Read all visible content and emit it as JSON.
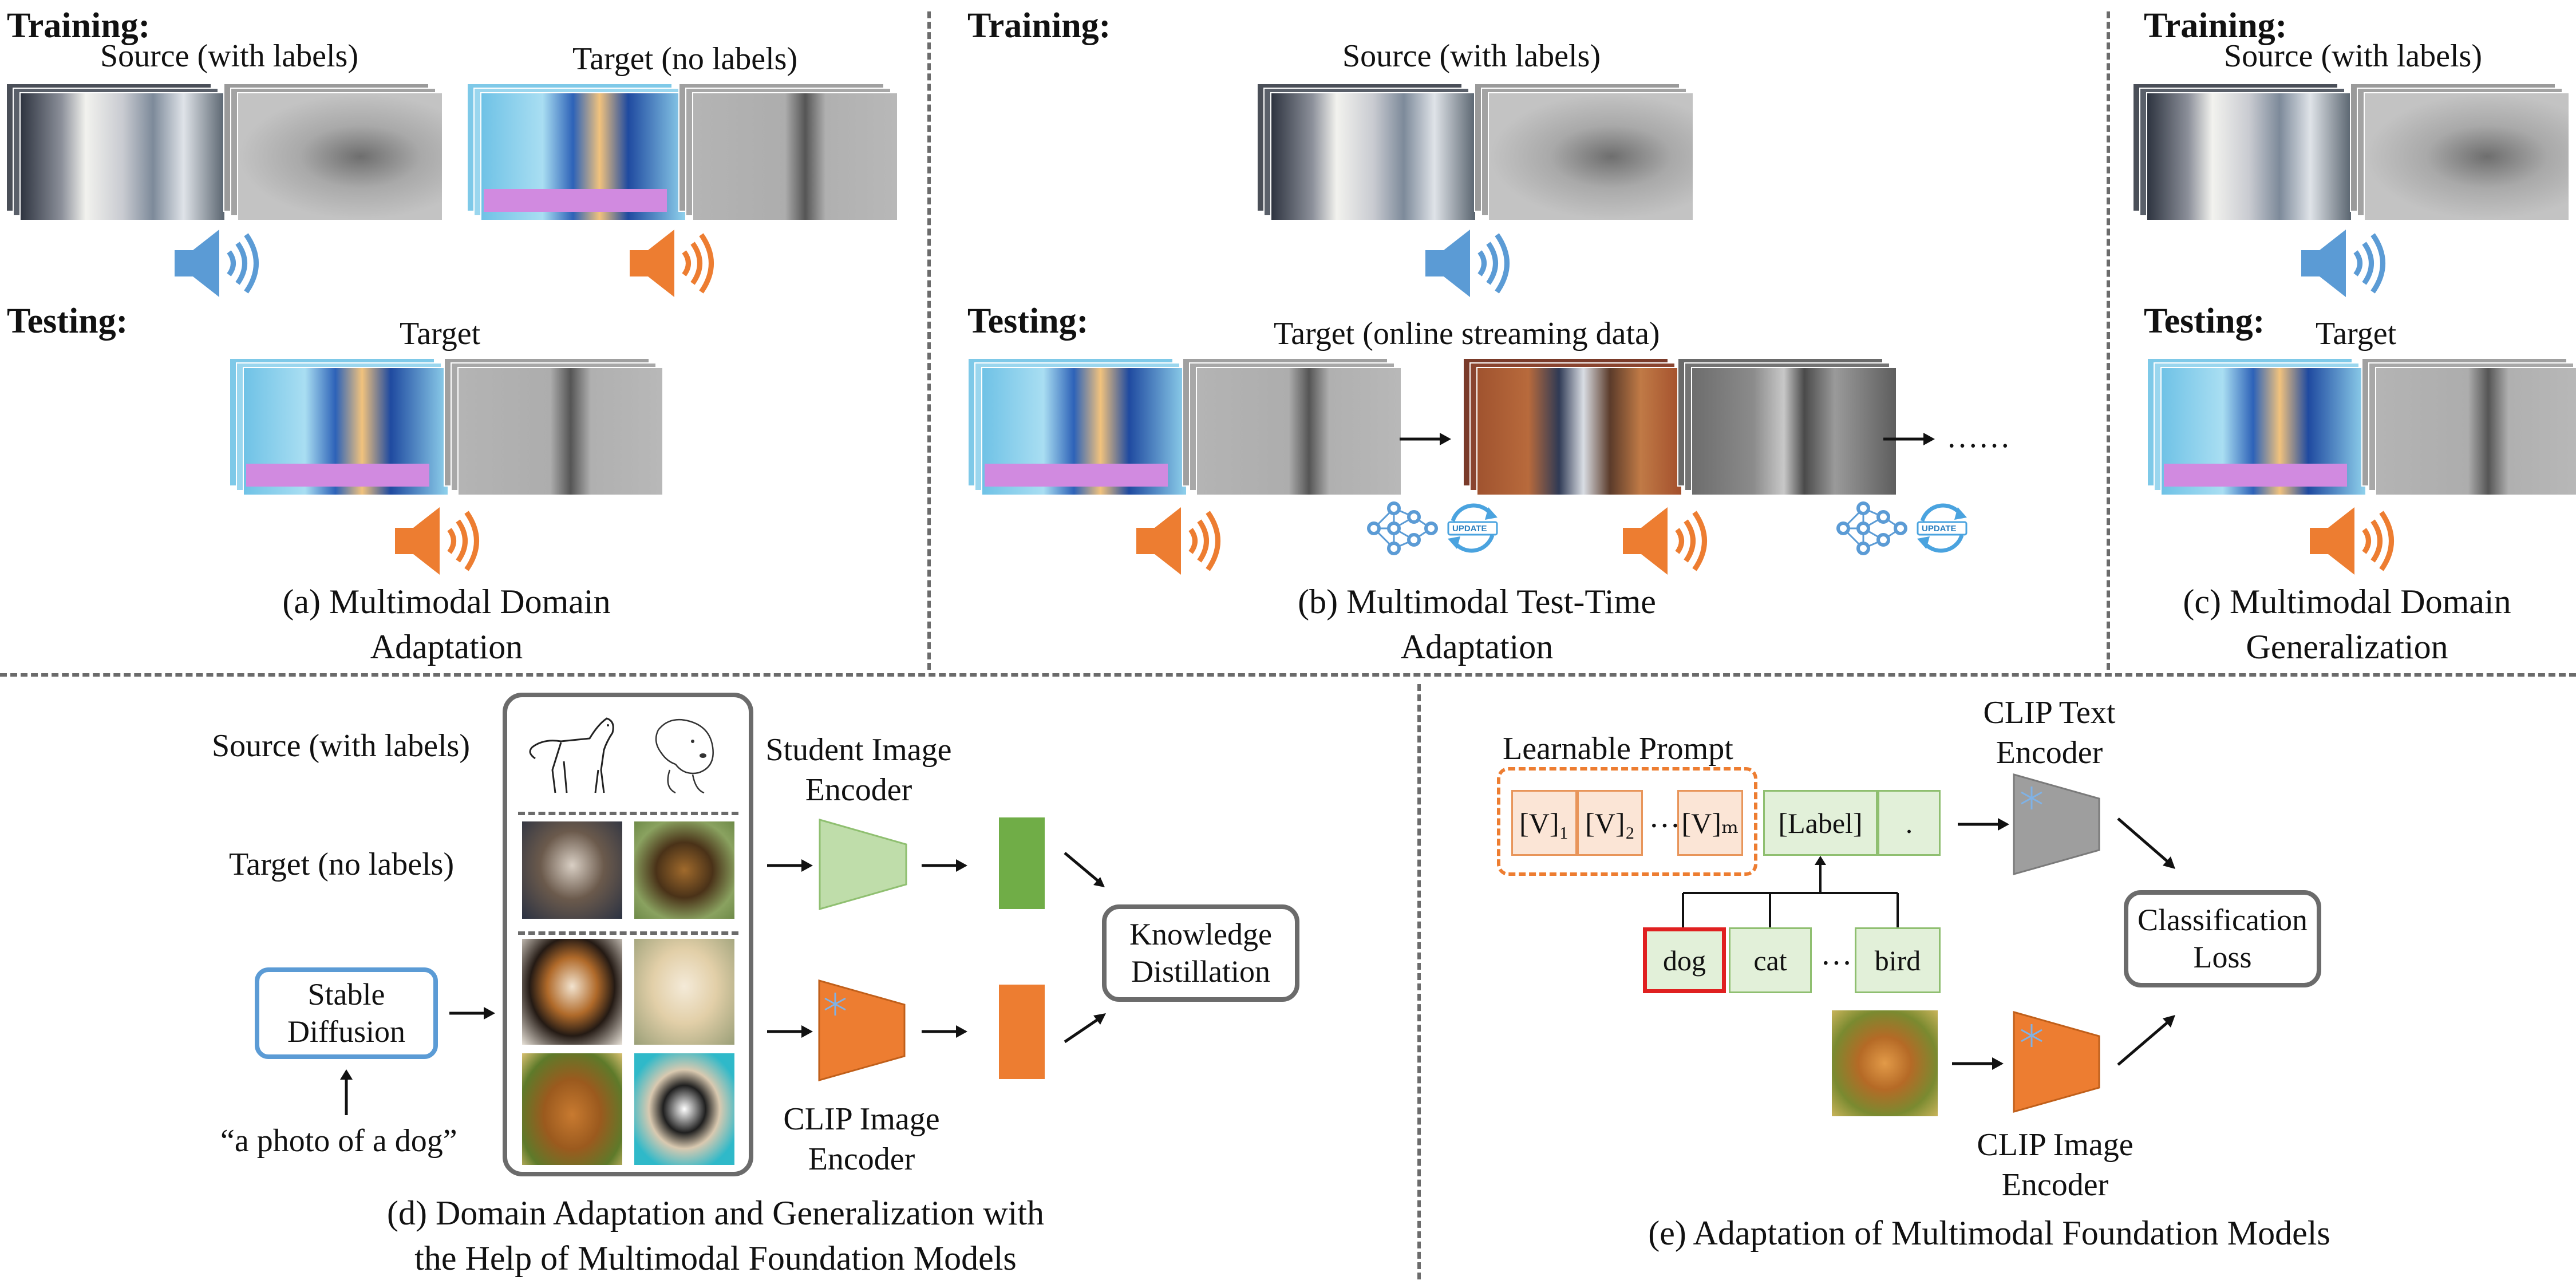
{
  "panel_a": {
    "training": "Training:",
    "source": "Source (with labels)",
    "target_nolabel": "Target (no labels)",
    "testing": "Testing:",
    "target": "Target",
    "caption_line1": "(a) Multimodal Domain",
    "caption_line2": "Adaptation"
  },
  "panel_b": {
    "training": "Training:",
    "source": "Source (with labels)",
    "testing": "Testing:",
    "target_stream": "Target (online streaming data)",
    "ellipsis": "……",
    "update1": "UPDATE",
    "update2": "UPDATE",
    "caption_line1": "(b) Multimodal Test-Time",
    "caption_line2": "Adaptation"
  },
  "panel_c": {
    "training": "Training:",
    "source": "Source (with labels)",
    "testing": "Testing:",
    "target": "Target",
    "caption_line1": "(c) Multimodal Domain",
    "caption_line2": "Generalization"
  },
  "panel_d": {
    "source": "Source (with labels)",
    "target_nolabel": "Target (no labels)",
    "stable_diffusion": "Stable Diffusion",
    "prompt": "“a photo of a dog”",
    "student_encoder": "Student Image Encoder",
    "clip_encoder": "CLIP Image Encoder",
    "knowledge_distillation": "Knowledge Distillation",
    "caption_line1": "(d) Domain Adaptation and Generalization with",
    "caption_line2": "the Help of Multimodal Foundation Models"
  },
  "panel_e": {
    "learnable_prompt": "Learnable Prompt",
    "v1": "[V]₁",
    "v2": "[V]₂",
    "dots1": "···",
    "vm": "[V]ₘ",
    "label_token": "[Label]",
    "period": ".",
    "dog": "dog",
    "cat": "cat",
    "dots2": "···",
    "bird": "bird",
    "clip_text_encoder": "CLIP Text Encoder",
    "clip_image_encoder": "CLIP Image Encoder",
    "classification_loss": "Classification Loss",
    "caption": "(e) Adaptation of Multimodal Foundation Models"
  },
  "colors": {
    "audio_source": "#5b9bd5",
    "audio_target": "#ed7d31",
    "clip_orange": "#ed7d31",
    "student_green": "#a9d18e",
    "feature_green": "#70ad47",
    "prompt_orange_fill": "#fbe5d6",
    "label_green_fill": "#e2f0d9",
    "stable_diffusion_border": "#5b9bd5",
    "dog_highlight": "#e02020",
    "text_encoder_gray": "#9e9e9e",
    "divider": "#6b6b6b"
  }
}
